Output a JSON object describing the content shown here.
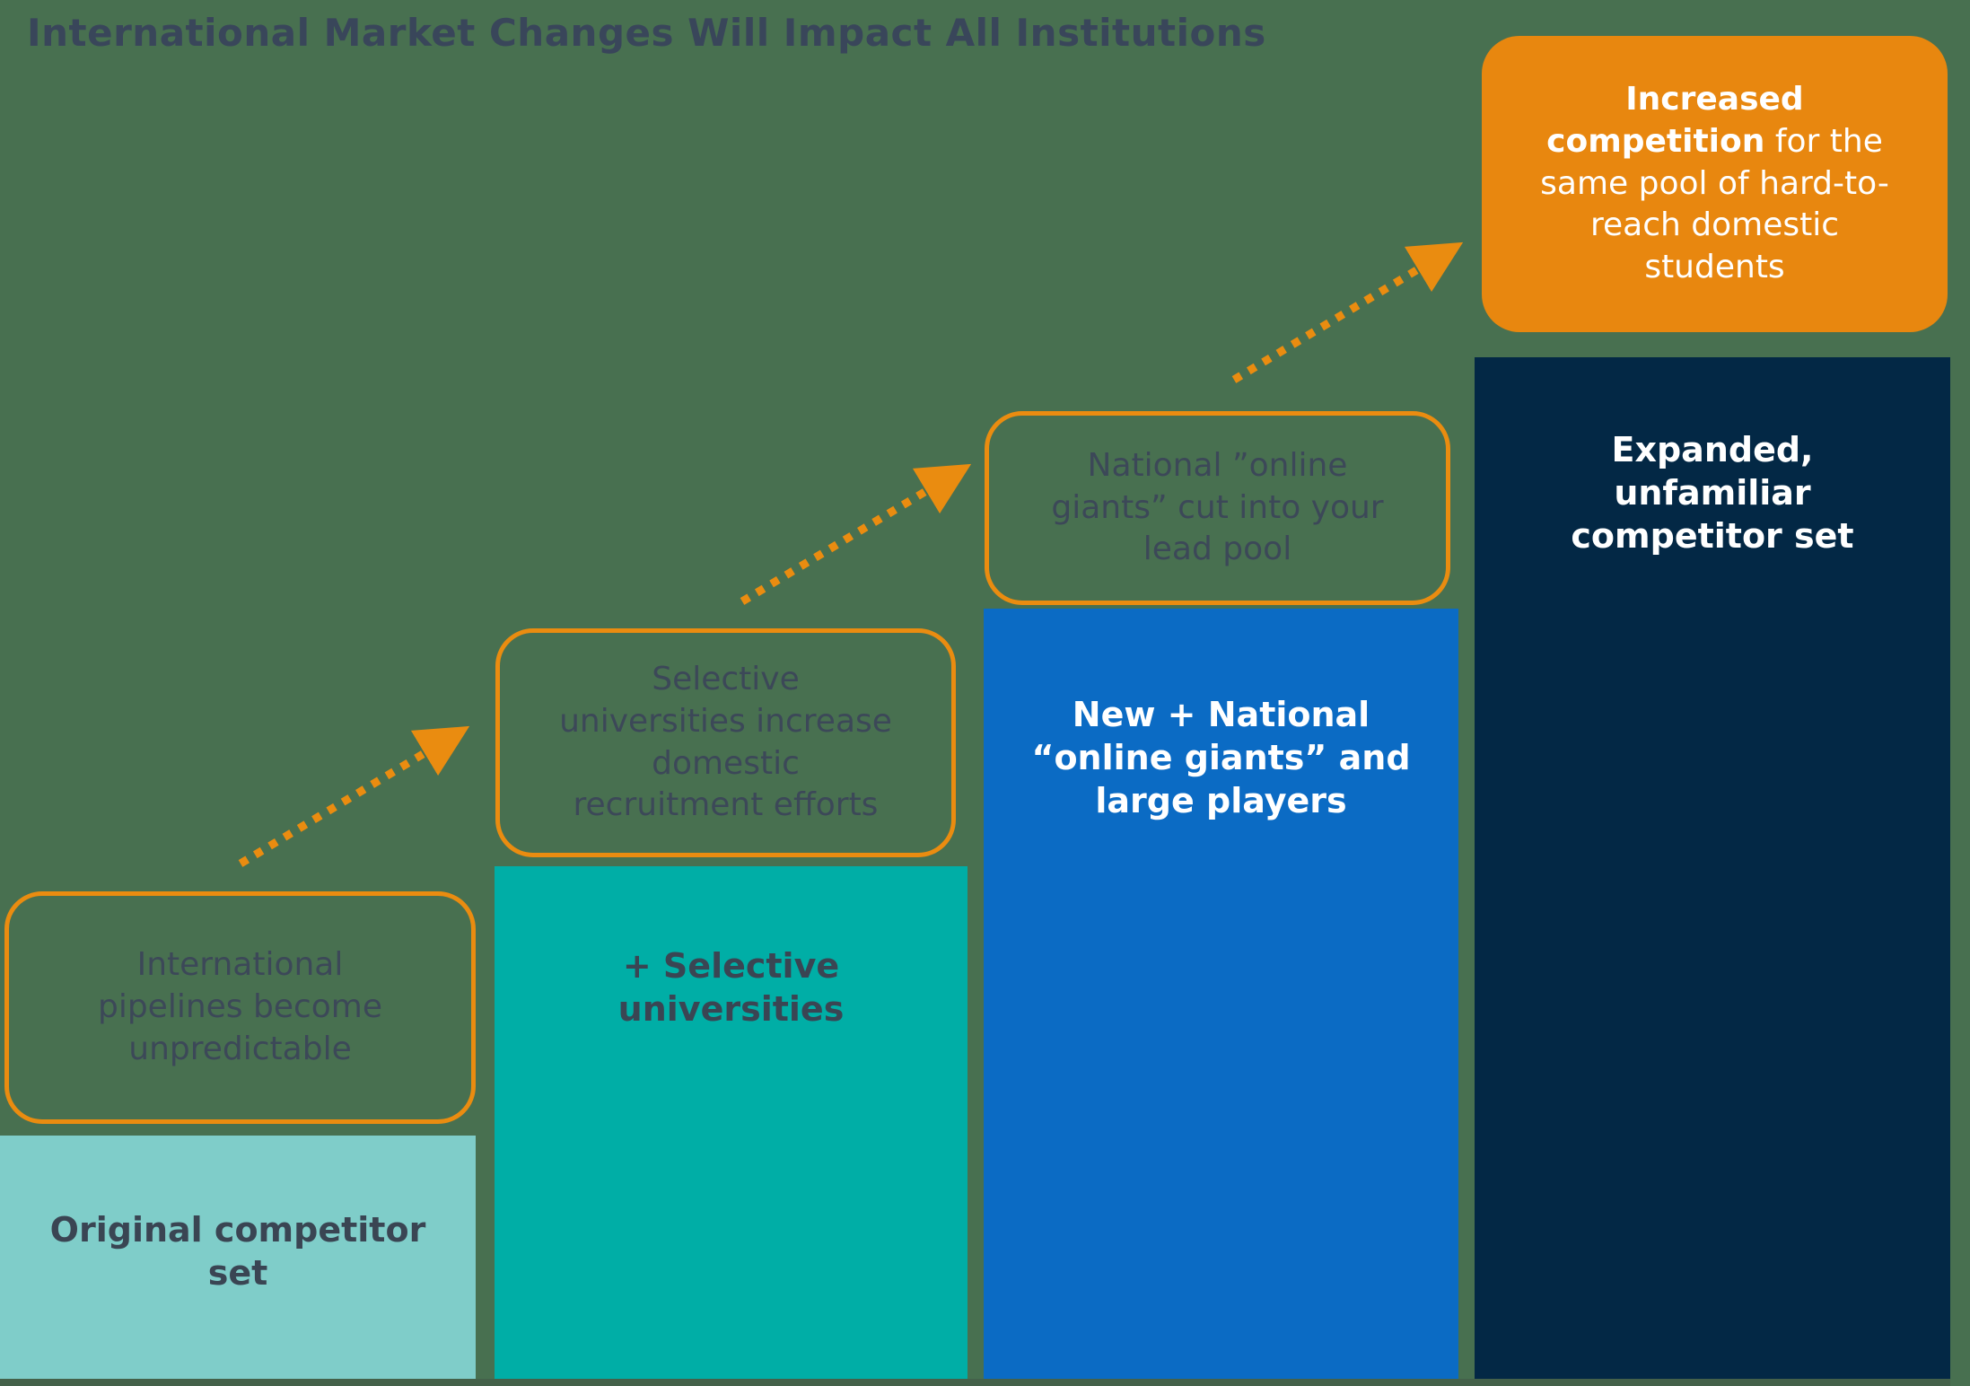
{
  "slide": {
    "title": "International Market Changes Will Impact All Institutions"
  },
  "bars": [
    {
      "id": "original-competitor-set",
      "label": "Original competitor\nset",
      "fill": "#7FCDC9",
      "text_color": "#3A4553"
    },
    {
      "id": "plus-selective-universities",
      "label": "+ Selective\nuniversities",
      "fill": "#00AEA6",
      "text_color": "#3A4553"
    },
    {
      "id": "new-national-online-giants",
      "label": "New + National\n“online giants” and\nlarge players",
      "fill": "#0B6BC4",
      "text_color": "#FFFFFF"
    },
    {
      "id": "expanded-unfamiliar-competitor-set",
      "label": "Expanded,\nunfamiliar\ncompetitor set",
      "fill": "#032845",
      "text_color": "#FFFFFF"
    }
  ],
  "callouts": [
    {
      "id": "international-pipelines",
      "text": "International\npipelines become\nunpredictable"
    },
    {
      "id": "selective-universities-increase",
      "text": "Selective\nuniversities increase\ndomestic\nrecruitment efforts"
    },
    {
      "id": "national-online-giants-cut",
      "text": "National ”online\ngiants” cut into your\nlead pool"
    },
    {
      "id": "increased-competition",
      "text_bold": "Increased competition",
      "text_rest": " for the same pool of hard-to-reach domestic students"
    }
  ],
  "style": {
    "background_green": "#487050",
    "baseline_strip": "#44614A",
    "accent_orange": "#EA8C10",
    "callout_fill_orange": "#E8870F",
    "dark_slate_text": "#3C4858",
    "title_color": "#39465A"
  }
}
